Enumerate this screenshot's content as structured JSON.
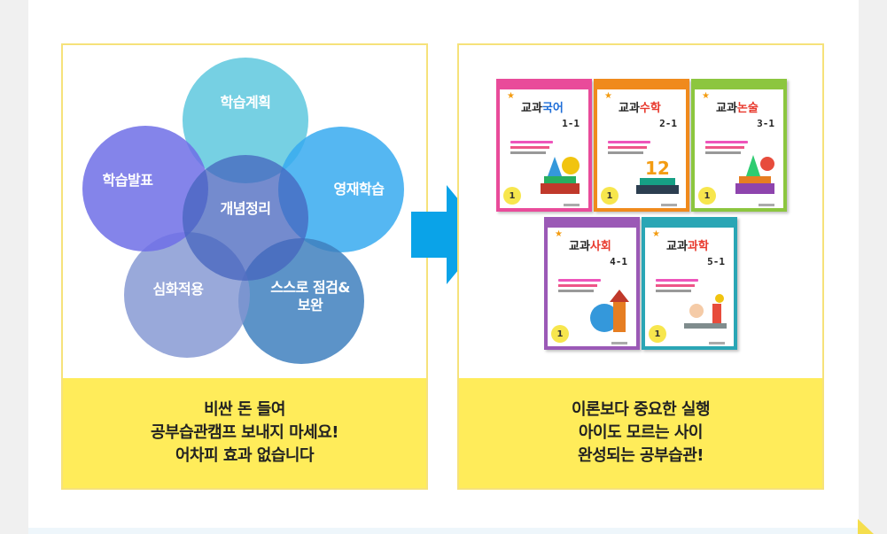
{
  "left_panel": {
    "circles": [
      "학습계획",
      "영재학습",
      "스스로 점검&보완",
      "심화적용",
      "학습발표",
      "개념정리"
    ],
    "caption": [
      "비싼 돈 들여",
      "공부습관캠프 보내지 마세요!",
      "어차피 효과 없습니다"
    ]
  },
  "right_panel": {
    "books": [
      {
        "prefix": "교과",
        "subject": "국어",
        "grade": "1-1",
        "badge": "1",
        "color": "#e94b9a",
        "subject_color": "#1e6ed8"
      },
      {
        "prefix": "교과",
        "subject": "수학",
        "grade": "2-1",
        "badge": "1",
        "color": "#f08a1c",
        "subject_color": "#e8382c"
      },
      {
        "prefix": "교과",
        "subject": "논술",
        "grade": "3-1",
        "badge": "1",
        "color": "#8cc63f",
        "subject_color": "#e8382c"
      },
      {
        "prefix": "교과",
        "subject": "사회",
        "grade": "4-1",
        "badge": "1",
        "color": "#9b59b6",
        "subject_color": "#e8382c"
      },
      {
        "prefix": "교과",
        "subject": "과학",
        "grade": "5-1",
        "badge": "1",
        "color": "#2aa6b5",
        "subject_color": "#e8382c"
      }
    ],
    "caption": [
      "이론보다 중요한 실행",
      "아이도 모르는 사이",
      "완성되는 공부습관!"
    ]
  },
  "colors": {
    "caption_bg": "#ffec5a",
    "panel_border": "#f6e27a",
    "arrow": "#0aa3e8"
  },
  "icons": [
    "right-arrow-icon"
  ]
}
